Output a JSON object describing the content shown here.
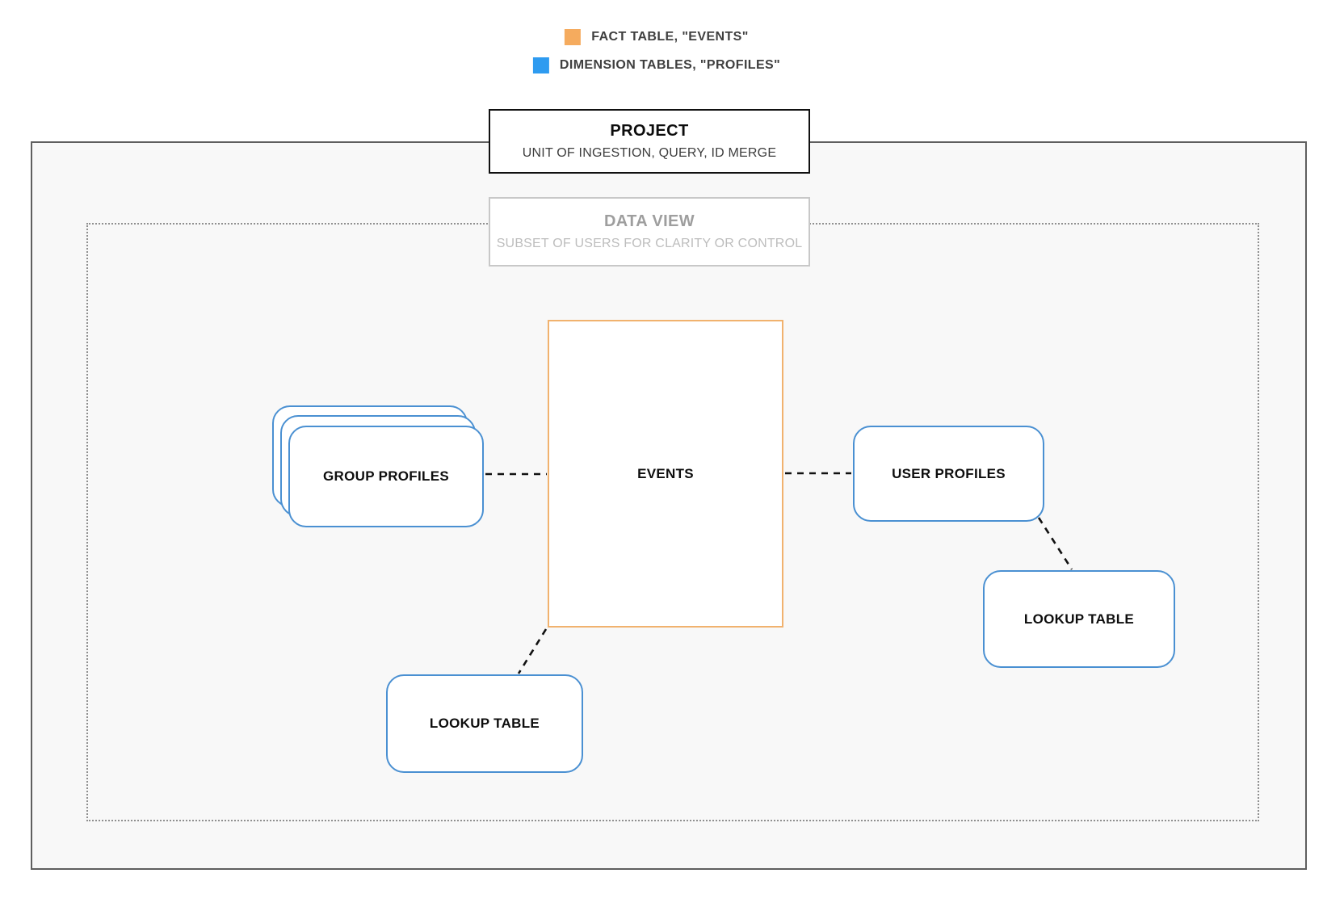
{
  "legend": {
    "items": [
      {
        "id": "fact",
        "label": "FACT TABLE, \"EVENTS\"",
        "color": "#f5ab5e"
      },
      {
        "id": "dimension",
        "label": "DIMENSION TABLES, \"PROFILES\"",
        "color": "#2e9bf0"
      }
    ]
  },
  "project": {
    "title": "PROJECT",
    "subtitle": "UNIT OF INGESTION, QUERY, ID MERGE"
  },
  "data_view": {
    "title": "DATA VIEW",
    "subtitle": "SUBSET OF USERS FOR CLARITY OR CONTROL"
  },
  "nodes": {
    "events": {
      "label": "EVENTS",
      "type": "fact"
    },
    "group_profiles": {
      "label": "GROUP PROFILES",
      "type": "dimension",
      "stacked": true
    },
    "user_profiles": {
      "label": "USER PROFILES",
      "type": "dimension"
    },
    "lookup_table_left": {
      "label": "LOOKUP TABLE",
      "type": "dimension"
    },
    "lookup_table_right": {
      "label": "LOOKUP TABLE",
      "type": "dimension"
    }
  },
  "edges": [
    {
      "from": "group_profiles",
      "to": "events"
    },
    {
      "from": "events",
      "to": "user_profiles"
    },
    {
      "from": "user_profiles",
      "to": "lookup_table_right"
    },
    {
      "from": "events",
      "to": "lookup_table_left"
    }
  ],
  "colors": {
    "fact_border": "#f1b26e",
    "dimension_border": "#4a90d2",
    "outer_border": "#5f5f5f",
    "dotted_border": "#8f8f8f",
    "outer_fill": "#f8f8f8",
    "connector": "#111111"
  }
}
